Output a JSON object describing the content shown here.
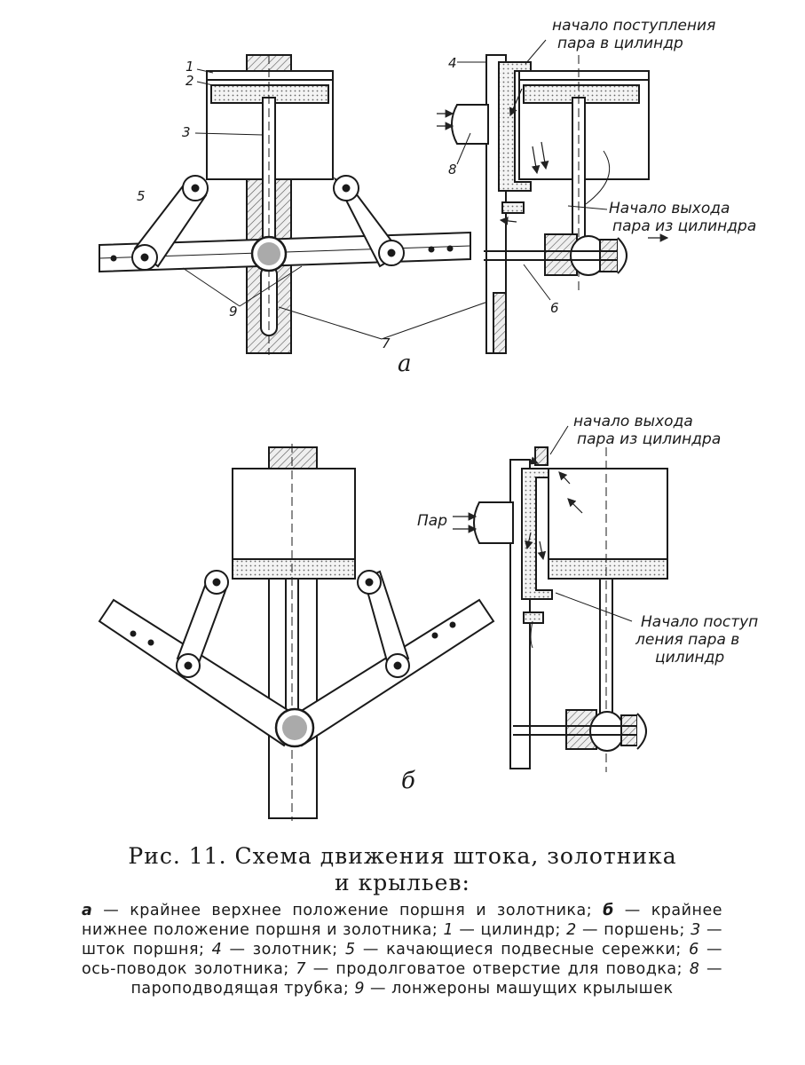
{
  "figure": {
    "panel_a": {
      "letter": "а",
      "labels": {
        "n1": "1",
        "n2": "2",
        "n3": "3",
        "n4": "4",
        "n5": "5",
        "n6": "6",
        "n7": "7",
        "n8": "8",
        "n9": "9",
        "steam_in_line1": "начало поступления",
        "steam_in_line2": "пара в цилиндр",
        "steam_out_line1": "Начало выхода",
        "steam_out_line2": "пара из цилиндра"
      }
    },
    "panel_b": {
      "letter": "б",
      "labels": {
        "steam_out_line1": "начало выхода",
        "steam_out_line2": "пара из цилиндра",
        "steam": "Пар",
        "steam_in_line1": "Начало поступ",
        "steam_in_line2": "ления пара в",
        "steam_in_line3": "цилиндр"
      }
    }
  },
  "caption": {
    "title_line1": "Рис. 11. Схема движения штока, золотника",
    "title_line2": "и крыльев:",
    "legend": [
      {
        "key": "а",
        "text": " — крайнее верхнее положение поршня и золотника; "
      },
      {
        "key": "б",
        "text": " — крайнее нижнее положение поршня и золотника; "
      },
      {
        "key": "1",
        "text": " — цилиндр; "
      },
      {
        "key": "2",
        "text": " — поршень; "
      },
      {
        "key": "3",
        "text": " — шток поршня; "
      },
      {
        "key": "4",
        "text": " — золотник; "
      },
      {
        "key": "5",
        "text": " — качающиеся подвесные сережки; "
      },
      {
        "key": "6",
        "text": " — ось-поводок золотника; "
      },
      {
        "key": "7",
        "text": " — продолговатое отверстие для поводка; "
      },
      {
        "key": "8",
        "text": " — пароподводящая трубка; "
      },
      {
        "key": "9",
        "text": " — лонжероны машущих крылышек"
      }
    ]
  }
}
